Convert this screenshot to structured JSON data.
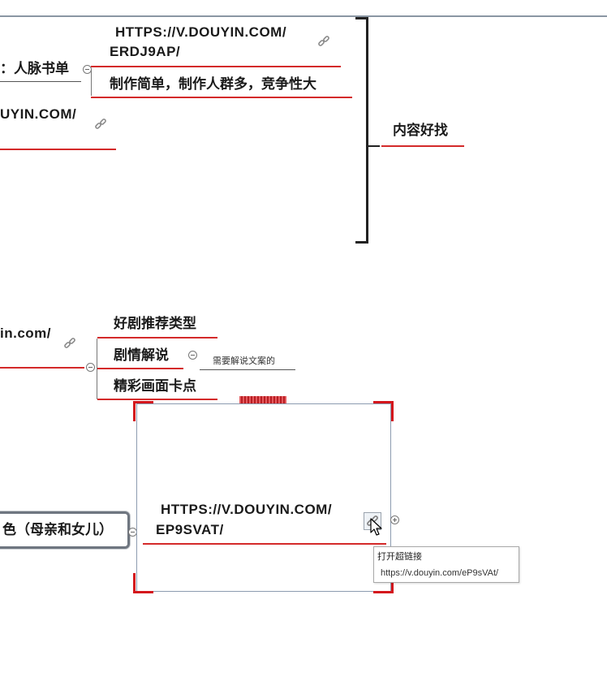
{
  "colors": {
    "accent_underline": "#d42a2a",
    "selection_corner": "#d4161c",
    "bracket": "#222222"
  },
  "group1": {
    "url_top_line1": "HTTPS://V.DOUYIN.COM/",
    "url_top_line2": "ERDJ9AP/",
    "left_partial": "：人脉书单",
    "desc": "制作简单，制作人群多，竞争性大",
    "url_partial": "UYIN.COM/",
    "summary": "内容好找",
    "link_icon": "hyperlink-icon"
  },
  "group2": {
    "url_partial": "in.com/",
    "items": [
      {
        "label": "好剧推荐类型"
      },
      {
        "label": "剧情解说",
        "note": "需要解说文案的"
      },
      {
        "label": "精彩画面卡点"
      }
    ]
  },
  "group3": {
    "framed_partial": "色（母亲和女儿）",
    "selected_url_line1": "HTTPS://V.DOUYIN.COM/",
    "selected_url_line2": "EP9SVAT/"
  },
  "tooltip": {
    "title": "打开超链接",
    "url": "https://v.douyin.com/eP9sVAt/"
  }
}
